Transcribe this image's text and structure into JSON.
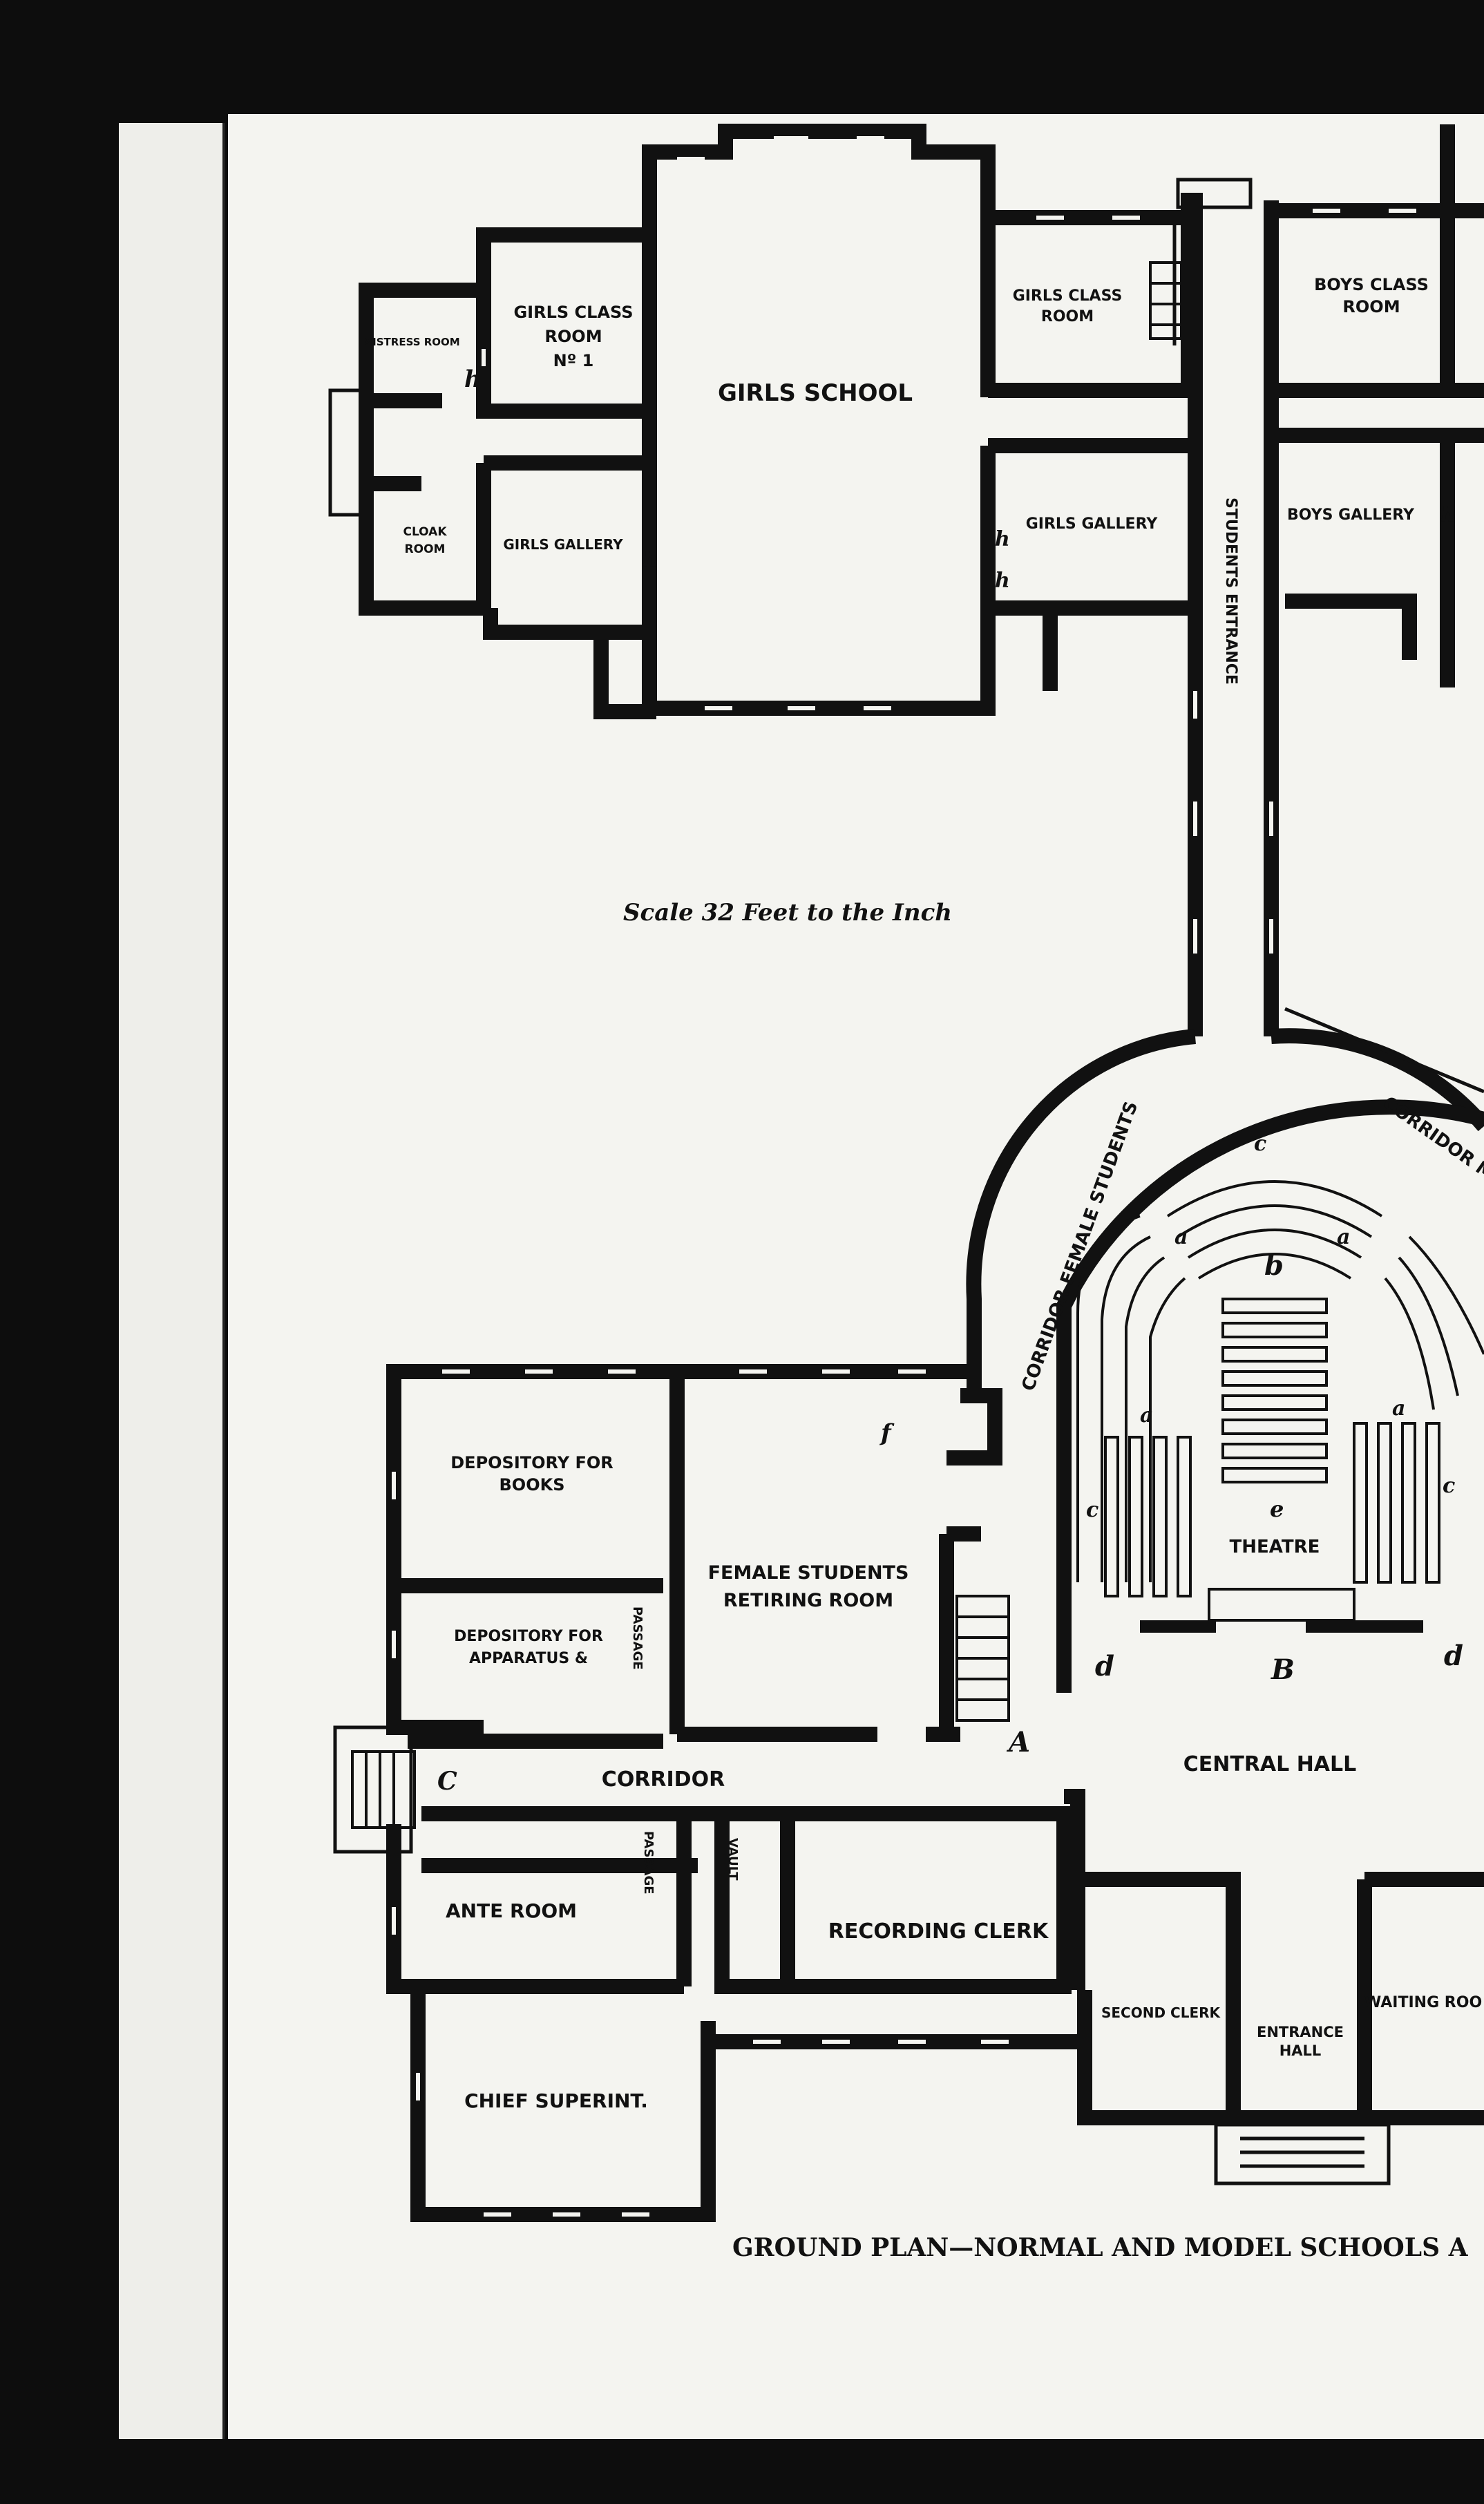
{
  "labels": {
    "mistress_room": "MISTRESS ROOM",
    "girls_class_room_1_a": "GIRLS CLASS",
    "girls_class_room_1_b": "ROOM",
    "girls_class_room_1_c": "Nº 1",
    "girls_school": "GIRLS SCHOOL",
    "girls_class_room_2_a": "GIRLS CLASS",
    "girls_class_room_2_b": "ROOM",
    "boys_class_room_a": "BOYS CLASS",
    "boys_class_room_b": "ROOM",
    "cloak_room_a": "CLOAK",
    "cloak_room_b": "ROOM",
    "girls_gallery_1": "GIRLS GALLERY",
    "girls_gallery_2": "GIRLS GALLERY",
    "boys_gallery": "BOYS GALLERY",
    "students_entrance": "STUDENTS ENTRANCE",
    "scale": "Scale 32 Feet to the Inch",
    "corridor_female": "CORRIDOR FEMALE STUDENTS",
    "corridor_male": "CORRIDOR MA",
    "depository_books_a": "DEPOSITORY FOR",
    "depository_books_b": "BOOKS",
    "female_retiring_a": "FEMALE STUDENTS",
    "female_retiring_b": "RETIRING ROOM",
    "depository_apparatus_a": "DEPOSITORY FOR",
    "depository_apparatus_b": "APPARATUS &",
    "passage_1": "PASSAGE",
    "passage_2": "PASSAGE",
    "theatre": "THEATRE",
    "corridor": "CORRIDOR",
    "central_hall": "CENTRAL HALL",
    "ante_room": "ANTE ROOM",
    "vault": "VAULT",
    "recording_clerk": "RECORDING CLERK",
    "second_clerk": "SECOND CLERK",
    "entrance_hall_a": "ENTRANCE",
    "entrance_hall_b": "HALL",
    "waiting_room": "WAITING ROO",
    "chief_superint": "CHIEF SUPERINT.",
    "caption": "GROUND PLAN—NORMAL AND MODEL SCHOOLS A"
  },
  "letters": {
    "h": "h",
    "a": "a",
    "b": "b",
    "c": "c",
    "d": "d",
    "e": "e",
    "f": "f",
    "A": "A",
    "B": "B",
    "C": "C"
  }
}
